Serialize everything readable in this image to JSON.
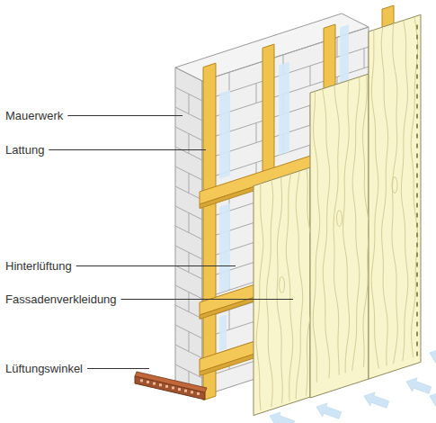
{
  "diagram": {
    "labels": [
      "Mauerwerk",
      "Lattung",
      "Hinterlüftung",
      "Fassadenverkleidung",
      "Lüftungswinkel"
    ]
  }
}
